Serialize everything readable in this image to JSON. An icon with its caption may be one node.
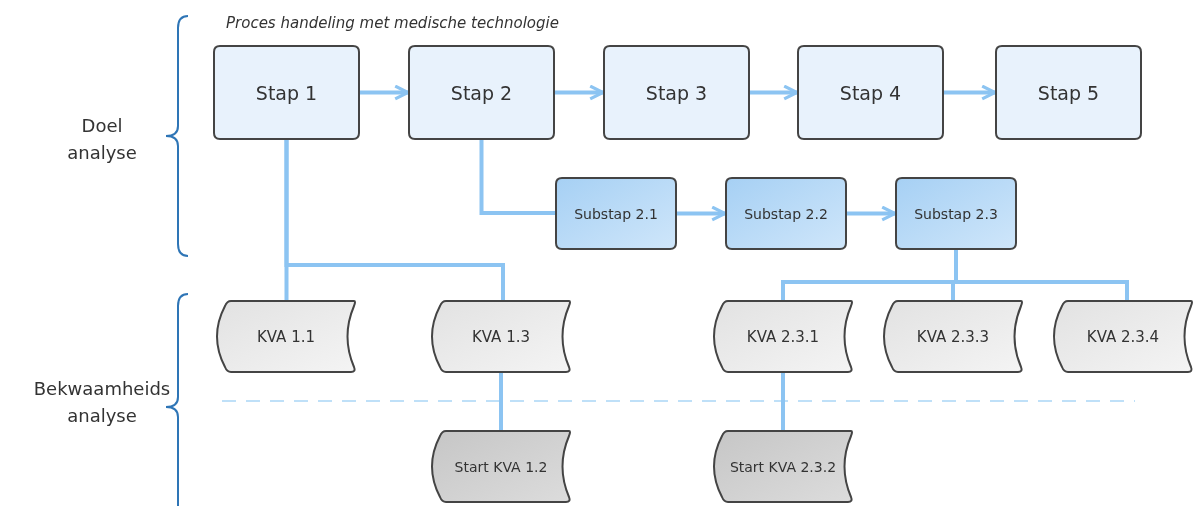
{
  "diagram": {
    "nodes": [
      {
        "text": [
          "Stap 1"
        ]
      },
      {
        "text": [
          "Stap 2"
        ]
      },
      {
        "text": [
          "Stap 3"
        ]
      },
      {
        "text": [
          "Stap 4"
        ]
      },
      {
        "text": [
          "Stap 5"
        ]
      },
      {
        "text": [
          "Substap 2.1"
        ]
      },
      {
        "text": [
          "Substap 2.2"
        ]
      },
      {
        "text": [
          "Substap 2.3"
        ]
      },
      {
        "text": [
          "KVA 1.1"
        ]
      },
      {
        "text": [
          "KVA 1.3"
        ]
      },
      {
        "text": [
          "KVA 2.3.1"
        ]
      },
      {
        "text": [
          "KVA 2.3.3"
        ]
      },
      {
        "text": [
          "KVA 2.3.4"
        ]
      },
      {
        "text": [
          "Start KVA 1.2"
        ]
      },
      {
        "text": [
          "Start KVA 2.3.2"
        ]
      }
    ],
    "edges": [
      {
        "from": 0,
        "to": 1,
        "arrow": "to"
      },
      {
        "from": 1,
        "to": 2,
        "arrow": "to"
      },
      {
        "from": 2,
        "to": 3,
        "arrow": "to"
      },
      {
        "from": 3,
        "to": 4,
        "arrow": "to"
      },
      {
        "from": 1,
        "to": 5,
        "arrow": "none"
      },
      {
        "from": 5,
        "to": 6,
        "arrow": "to"
      },
      {
        "from": 6,
        "to": 7,
        "arrow": "to"
      },
      {
        "from": 0,
        "to": 8,
        "arrow": "none"
      },
      {
        "from": 0,
        "to": 9,
        "arrow": "none"
      },
      {
        "from": 7,
        "to": 10,
        "arrow": "none"
      },
      {
        "from": 7,
        "to": 11,
        "arrow": "none"
      },
      {
        "from": 7,
        "to": 12,
        "arrow": "none"
      },
      {
        "from": 9,
        "to": 13,
        "arrow": "none"
      },
      {
        "from": 10,
        "to": 14,
        "arrow": "none"
      }
    ],
    "title": "Proces handeling met medische technologie",
    "labels": [
      "Doel analyse",
      "Bekwaamheids analyse"
    ]
  }
}
